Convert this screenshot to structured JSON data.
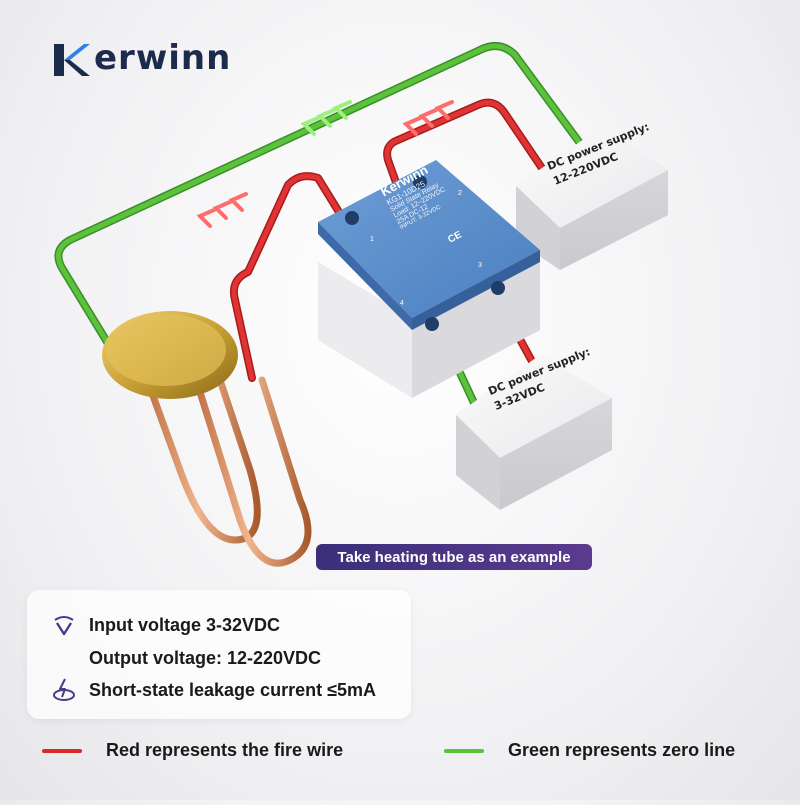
{
  "brand": {
    "name": "Kerwinn",
    "logo_text": "erwinn"
  },
  "relay": {
    "brand": "Kerwinn",
    "model": "KG1-10D25",
    "type": "Solid State Relay",
    "load_line1": "12~220VDC",
    "load_label": "Load:",
    "load_line2": "25A DC-12",
    "input_label": "INPUT: 3-32VDC",
    "terminal_1": "1",
    "terminal_2": "2",
    "terminal_3": "3",
    "terminal_4": "4",
    "mark": "CE"
  },
  "power_supplies": {
    "top": {
      "line1": "DC power supply:",
      "line2": "12-220VDC"
    },
    "bottom": {
      "line1": "DC power supply:",
      "line2": "3-32VDC"
    }
  },
  "example_label": "Take heating tube as an example",
  "specs": {
    "input_voltage": "Input voltage 3-32VDC",
    "output_voltage": "Output voltage: 12-220VDC",
    "leakage_current": "Short-state leakage current ≤5mA"
  },
  "legend": {
    "red": {
      "text": "Red represents the fire wire",
      "color": "#d62b2b"
    },
    "green": {
      "text": "Green represents zero line",
      "color": "#5cc23b"
    }
  },
  "icons": {
    "input_voltage_icon": "voltage-v-icon",
    "leakage_icon": "leakage-current-icon",
    "arrow_icon": "chevron-left-icon"
  }
}
